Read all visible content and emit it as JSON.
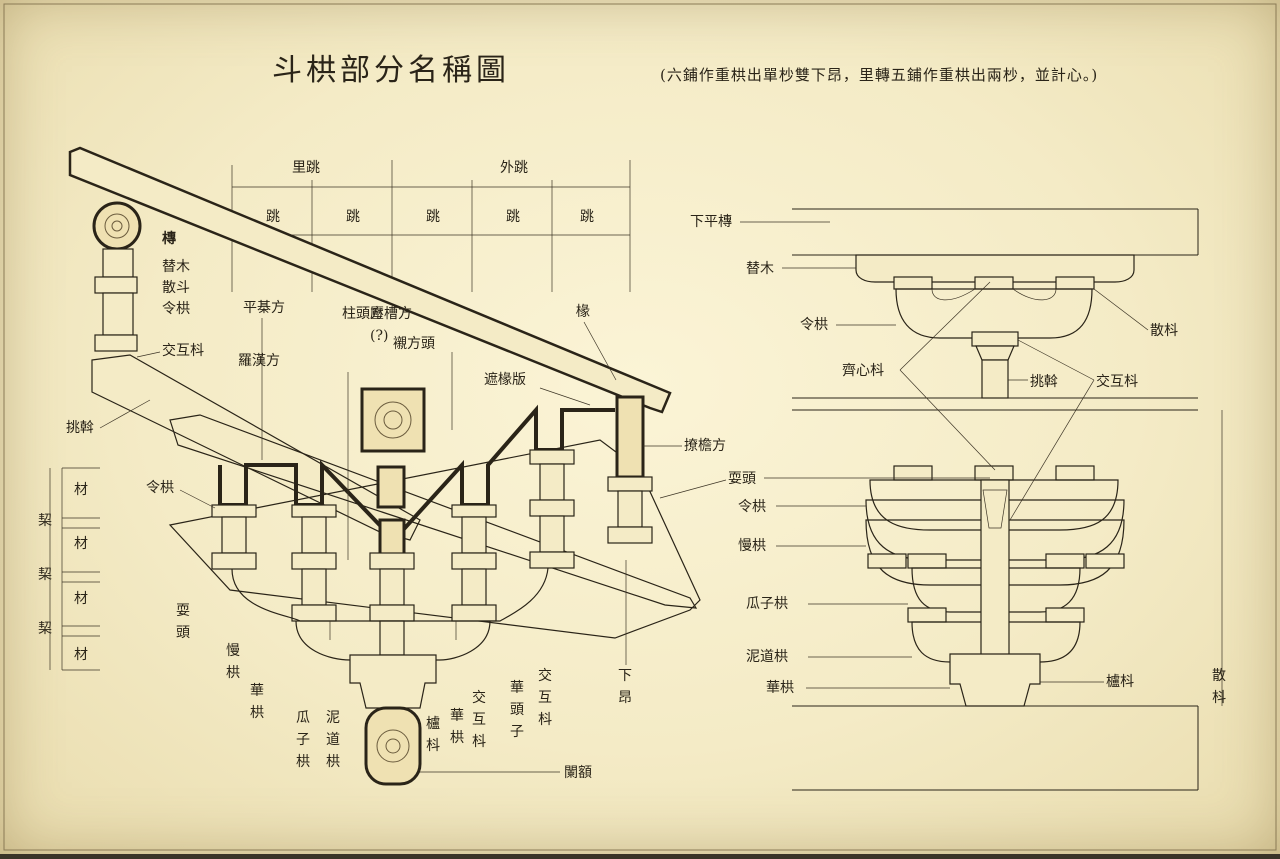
{
  "title": "斗栱部分名稱圖",
  "subtitle": "(六鋪作重栱出單杪雙下昂，里轉五鋪作重栱出兩杪，並計心。)",
  "left_view": {
    "span_labels": [
      "里跳",
      "外跳"
    ],
    "tiao": [
      "跳",
      "跳",
      "跳",
      "跳",
      "跳"
    ],
    "labels": {
      "tuan": "槫",
      "timu": "替木",
      "sandou": "散斗",
      "linggong": "令栱",
      "jiaohudou": "交互枓",
      "tiaogan": "挑斡",
      "pingqifang": "平棊方",
      "zhutoufang": "柱頭方",
      "ludoucaofang": "壓槽方\n(?)",
      "chenfangtou": "襯方頭",
      "chuan": "椽",
      "luohanfang": "羅漢方",
      "zheyanban": "遮椽版",
      "liaoyanfang": "撩檐方",
      "shuatou_r": "耍頭",
      "linggong2": "令栱",
      "cai": [
        "材",
        "材",
        "材",
        "材"
      ],
      "qi": [
        "栔",
        "栔",
        "栔"
      ],
      "shuatou_l": "耍\n頭",
      "mangong": "慢\n栱",
      "huagong": "華\n栱",
      "guazigong": "瓜\n子\n栱",
      "nidaogong": "泥\n道\n栱",
      "ludou": "櫨\n枓",
      "huagong2": "華\n栱",
      "jiaohudou2": "交\n互\n枓",
      "huatouzi": "華\n頭\n子",
      "jiaohudou3": "交\n互\n枓",
      "xiaang": "下\n昂",
      "lan_e": "闌額"
    }
  },
  "right_view": {
    "labels": {
      "xiapingtuan": "下平槫",
      "timu": "替木",
      "linggong": "令栱",
      "sandou": "散枓",
      "qixindou": "齊心枓",
      "tiaogan": "挑斡",
      "jiaohudou": "交互枓",
      "shuatou": "耍頭",
      "linggong2": "令栱",
      "mangong": "慢栱",
      "guazigong": "瓜子栱",
      "nidaogong": "泥道栱",
      "huagong": "華栱",
      "ludou": "櫨枓",
      "sandou2": "散\n枓"
    }
  }
}
